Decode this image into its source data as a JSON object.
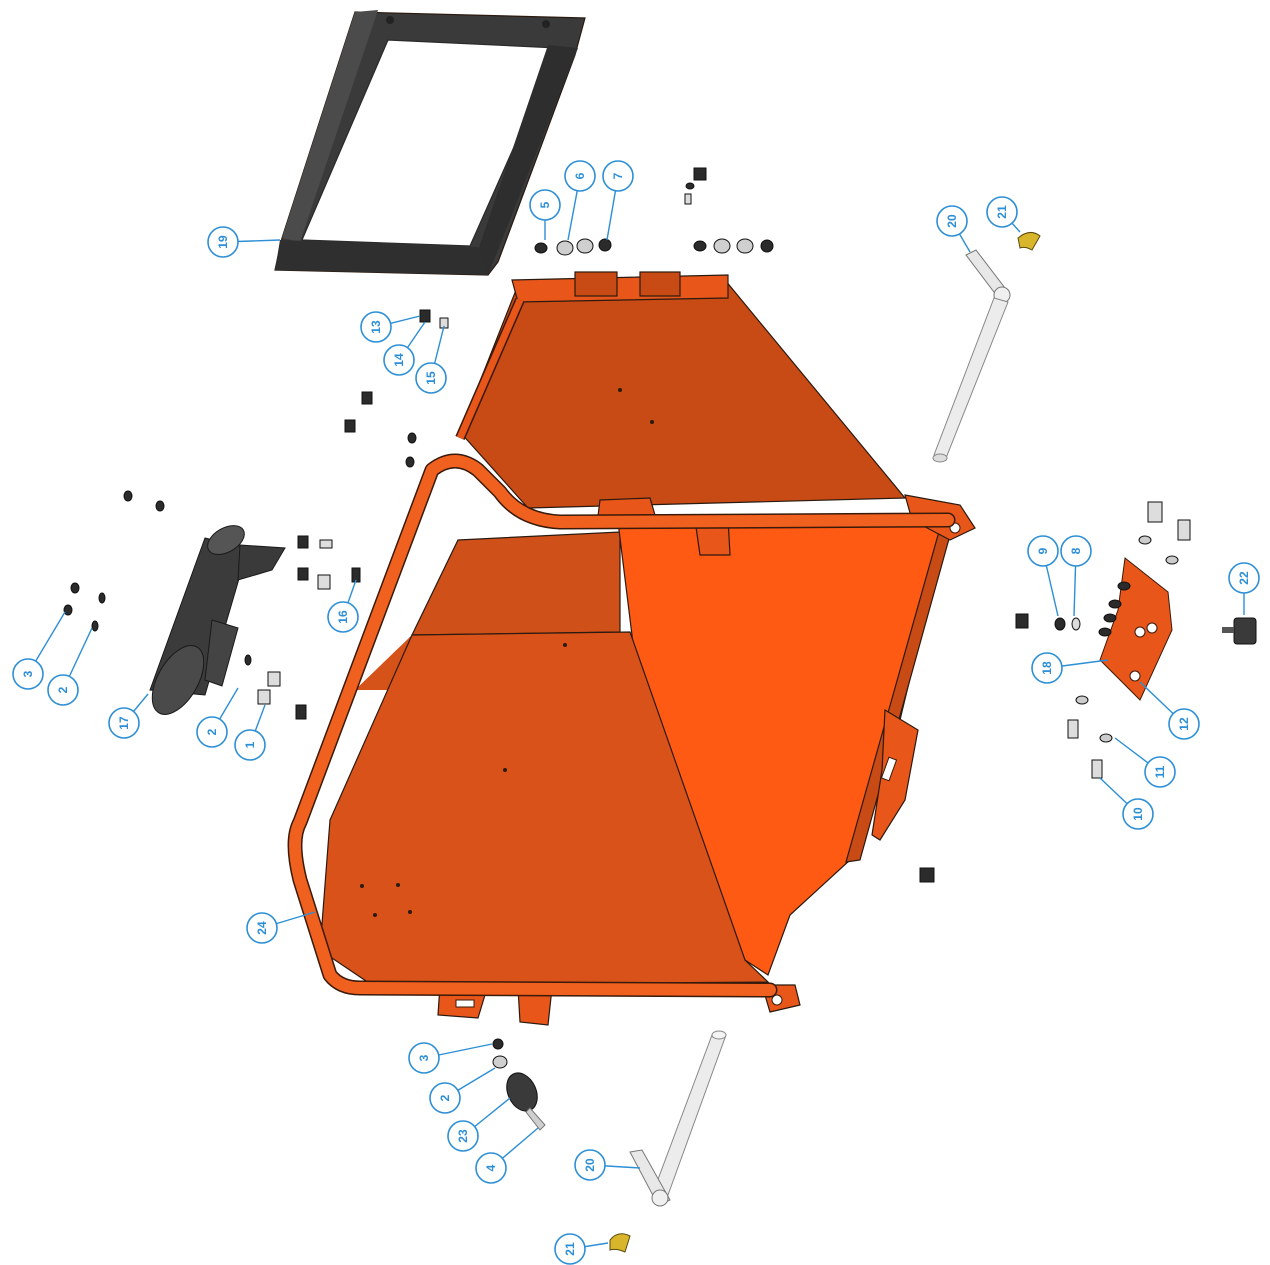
{
  "colors": {
    "body_orange": "#e8561a",
    "body_orange_light": "#ff5a14",
    "body_orange_dark": "#c84a14",
    "frame_dark": "#3a3a3a",
    "frame_mid": "#4b4b4b",
    "callout_blue": "#2d8fd6",
    "pin_silver": "#e8e8e8",
    "clip_yellow": "#d8b52a",
    "hardware_black": "#2b2b2b"
  },
  "parts": [
    {
      "id": "frame",
      "icon": "rectangular-frame-icon"
    },
    {
      "id": "hopper_body",
      "icon": "hopper-body-icon"
    },
    {
      "id": "tube_frame",
      "icon": "tube-frame-icon"
    },
    {
      "id": "cylinder",
      "icon": "cylinder-canister-icon"
    },
    {
      "id": "pin_upper",
      "icon": "pivot-pin-icon"
    },
    {
      "id": "pin_lower",
      "icon": "pivot-pin-icon"
    },
    {
      "id": "clip_upper",
      "icon": "spring-clip-icon"
    },
    {
      "id": "clip_lower",
      "icon": "spring-clip-icon"
    },
    {
      "id": "bracket",
      "icon": "mounting-bracket-icon"
    },
    {
      "id": "rubber_mount_right",
      "icon": "rubber-mount-icon"
    },
    {
      "id": "rubber_mount_bottom",
      "icon": "rubber-mount-icon"
    }
  ],
  "callouts": [
    {
      "label": "1"
    },
    {
      "label": "2"
    },
    {
      "label": "2"
    },
    {
      "label": "2"
    },
    {
      "label": "3"
    },
    {
      "label": "3"
    },
    {
      "label": "4"
    },
    {
      "label": "5"
    },
    {
      "label": "6"
    },
    {
      "label": "7"
    },
    {
      "label": "8"
    },
    {
      "label": "9"
    },
    {
      "label": "10"
    },
    {
      "label": "11"
    },
    {
      "label": "12"
    },
    {
      "label": "13"
    },
    {
      "label": "14"
    },
    {
      "label": "15"
    },
    {
      "label": "16"
    },
    {
      "label": "17"
    },
    {
      "label": "18"
    },
    {
      "label": "19"
    },
    {
      "label": "20"
    },
    {
      "label": "20"
    },
    {
      "label": "21"
    },
    {
      "label": "21"
    },
    {
      "label": "22"
    },
    {
      "label": "23"
    },
    {
      "label": "24"
    }
  ]
}
